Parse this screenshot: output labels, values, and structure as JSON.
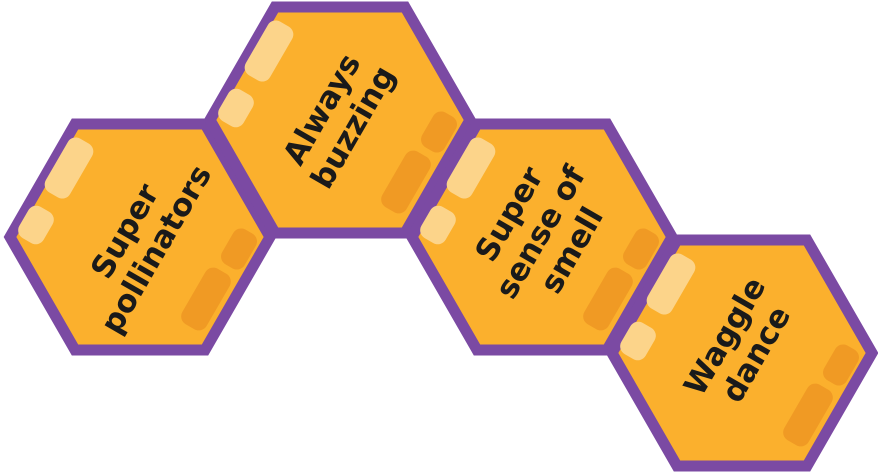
{
  "colors": {
    "hex_fill": "#fbb02d",
    "hex_border": "#7b4aa3",
    "highlight": "#fcd48a",
    "shade": "#f09a24"
  },
  "hexagons": [
    {
      "id": "super-pollinators",
      "lines": [
        "Super",
        "pollinators"
      ]
    },
    {
      "id": "always-buzzing",
      "lines": [
        "Always",
        "buzzing"
      ]
    },
    {
      "id": "super-sense-of-smell",
      "lines": [
        "Super",
        "sense of",
        "smell"
      ]
    },
    {
      "id": "waggle-dance",
      "lines": [
        "Waggle",
        "dance"
      ]
    }
  ]
}
